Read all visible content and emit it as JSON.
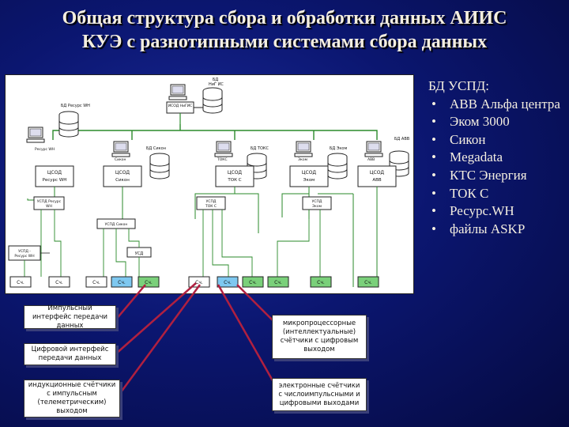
{
  "slide": {
    "title_line1": "Общая структура сбора и обработки данных АИИС",
    "title_line2": "КУЭ с разнотипными системами сбора данных"
  },
  "side_panel": {
    "heading": "БД УСПД:",
    "items": [
      "АВВ Альфа центра",
      "Эком 3000",
      "Сикон",
      "Megadata",
      "КТС Энергия",
      "ТОК С",
      "Ресурс.WH",
      "файлы ASKP"
    ]
  },
  "callouts": {
    "impulse": "Импульсный интерфейс передачи данных",
    "digital": "Цифровой интерфейс передачи данных",
    "induction": "индукционные счётчики с импульсным (телеметрическим) выходом",
    "microprocessor": "микропроцессорные (интеллектуальные) счётчики с цифровым выходом",
    "electronic": "электронные счётчики с числоимпульсными и цифровыми выходами"
  },
  "diagram": {
    "top_db": "БД НиГ ИС",
    "top_station": "ИСОД НиГИС",
    "db_resource": "БД Ресурс WH",
    "db_sikon": "БД Сикон",
    "db_tok": "БД ТОКС",
    "db_ekom": "БД Эком",
    "db_abb": "БД АВВ",
    "pc_labels": [
      "Ресурс WH",
      "Сикон",
      "ТОКС",
      "Эком",
      "АВВ"
    ],
    "ccod": [
      {
        "line1": "ЦСОД",
        "line2": "Ресурс WH"
      },
      {
        "line1": "ЦСОД",
        "line2": "Сикон"
      },
      {
        "line1": "ЦСОД",
        "line2": "ТОК С"
      },
      {
        "line1": "ЦСОД",
        "line2": "Эком"
      },
      {
        "line1": "ЦСОД",
        "line2": "АВВ"
      }
    ],
    "uspd": [
      {
        "line1": "УСПД Ресурс",
        "line2": "WH"
      },
      {
        "line1": "УСПД Сикон",
        "line2": ""
      },
      {
        "line1": "УСПД",
        "line2": "ТОК С"
      },
      {
        "line1": "УСПД",
        "line2": "Эком"
      },
      {
        "line1": "УСПД -",
        "line2": "Ресурс WH"
      },
      {
        "line1": "УСД",
        "line2": ""
      }
    ],
    "meter_label": "Сч."
  }
}
